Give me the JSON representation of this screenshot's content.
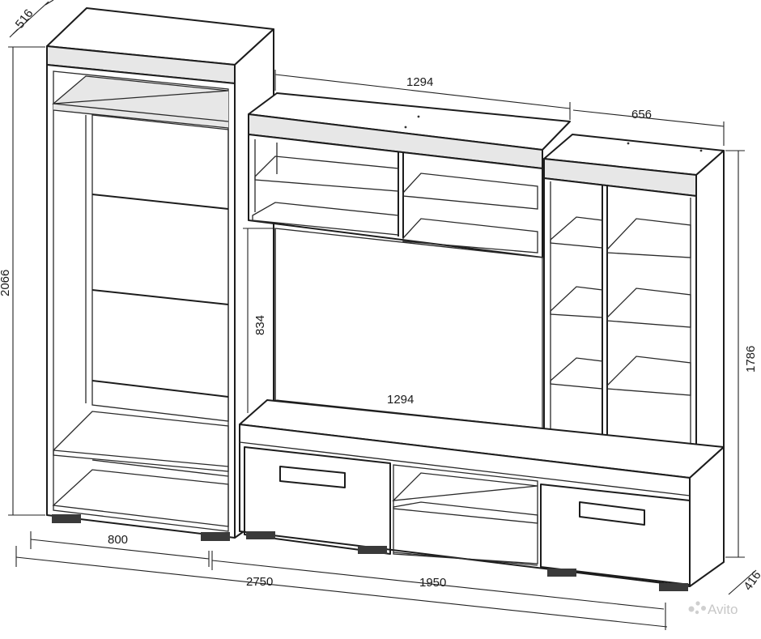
{
  "dimensions": {
    "tower_depth": "516",
    "tower_height": "2066",
    "tower_width": "800",
    "top_shelf_width": "1294",
    "right_case_width": "656",
    "tv_opening_height": "834",
    "tv_base_width": "1294",
    "right_case_height": "1786",
    "total_width": "2750",
    "base_width": "1950",
    "base_depth": "416"
  },
  "watermark": "Avito",
  "icons": {
    "watermark_icon": "avito-dots-icon"
  }
}
